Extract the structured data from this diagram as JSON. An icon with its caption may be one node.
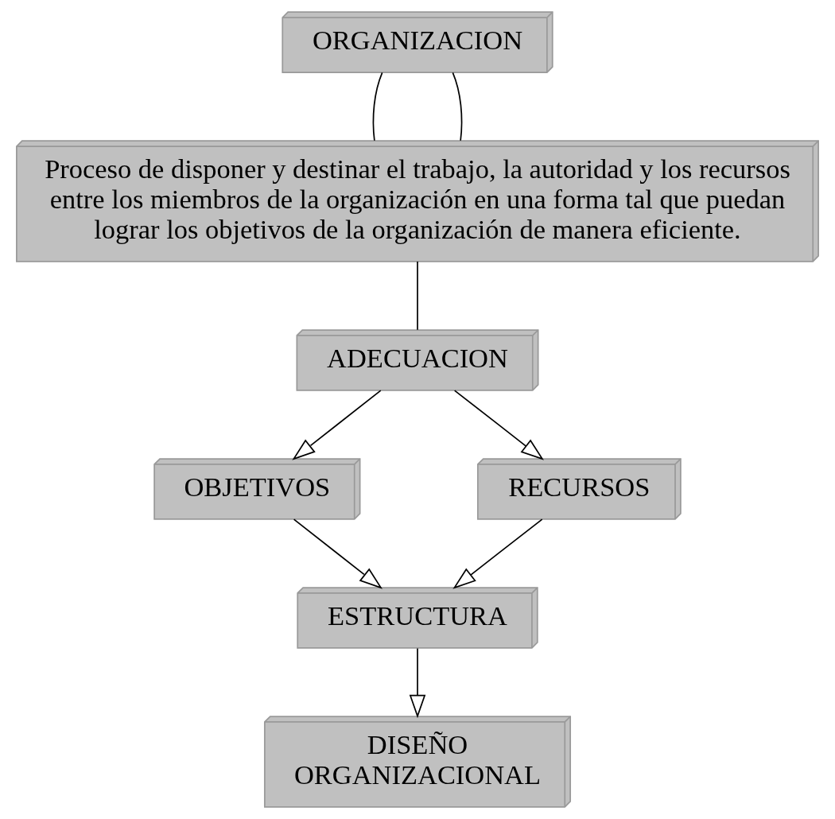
{
  "diagram": {
    "nodes": [
      {
        "text": [
          "ORGANIZACION"
        ]
      },
      {
        "text": [
          "Proceso de disponer y destinar el trabajo, la autoridad y los recursos entre los miembros de la organización en una forma tal que puedan lograr los objetivos de la organización de manera eficiente."
        ]
      },
      {
        "text": [
          "ADECUACION"
        ]
      },
      {
        "text": [
          "OBJETIVOS"
        ]
      },
      {
        "text": [
          "RECURSOS"
        ]
      },
      {
        "text": [
          "ESTRUCTURA"
        ]
      },
      {
        "text": [
          "DISEÑO ORGANIZACIONAL"
        ]
      }
    ],
    "edges": [
      {
        "from": 0,
        "to": 1,
        "arrow": "none"
      },
      {
        "from": 0,
        "to": 1,
        "arrow": "none"
      },
      {
        "from": 1,
        "to": 2,
        "arrow": "none"
      },
      {
        "from": 2,
        "to": 3,
        "arrow": "to"
      },
      {
        "from": 2,
        "to": 4,
        "arrow": "to"
      },
      {
        "from": 3,
        "to": 5,
        "arrow": "to"
      },
      {
        "from": 4,
        "to": 5,
        "arrow": "to"
      },
      {
        "from": 5,
        "to": 6,
        "arrow": "to"
      }
    ]
  }
}
